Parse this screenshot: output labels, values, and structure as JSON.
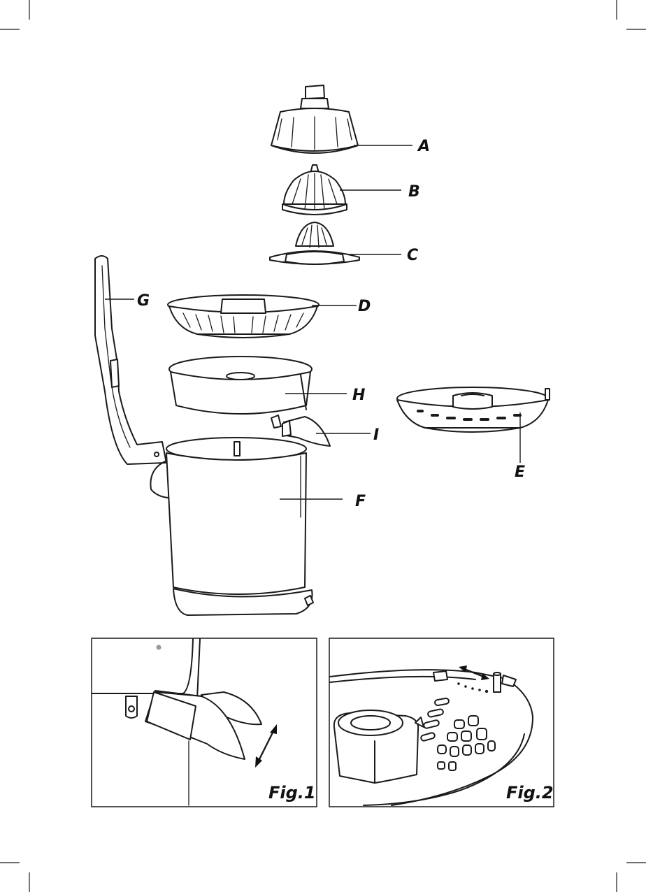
{
  "callouts": {
    "a": "A",
    "b": "B",
    "c": "C",
    "d": "D",
    "e": "E",
    "f": "F",
    "g": "G",
    "h": "H",
    "i": "I"
  },
  "figures": {
    "fig1": "Fig.1",
    "fig2": "Fig.2"
  },
  "icons": [
    "double-arrow-icon",
    "double-arrow-icon"
  ]
}
